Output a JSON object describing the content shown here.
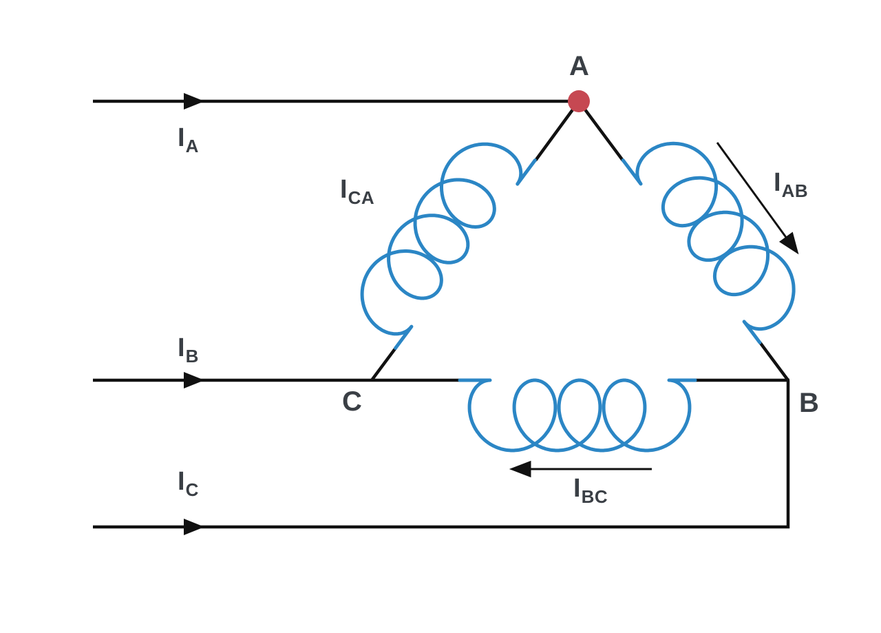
{
  "colors": {
    "wire": "#111111",
    "coil": "#2b86c5",
    "node_dot": "#c64852",
    "label_text": "#3a3f45",
    "background": "#ffffff"
  },
  "nodes": {
    "a": "A",
    "b": "B",
    "c": "C"
  },
  "line_currents": {
    "ia": {
      "base": "I",
      "sub": "A"
    },
    "ib": {
      "base": "I",
      "sub": "B"
    },
    "ic": {
      "base": "I",
      "sub": "C"
    }
  },
  "phase_currents": {
    "ica": {
      "base": "I",
      "sub": "CA"
    },
    "iab": {
      "base": "I",
      "sub": "AB"
    },
    "ibc": {
      "base": "I",
      "sub": "BC"
    }
  }
}
